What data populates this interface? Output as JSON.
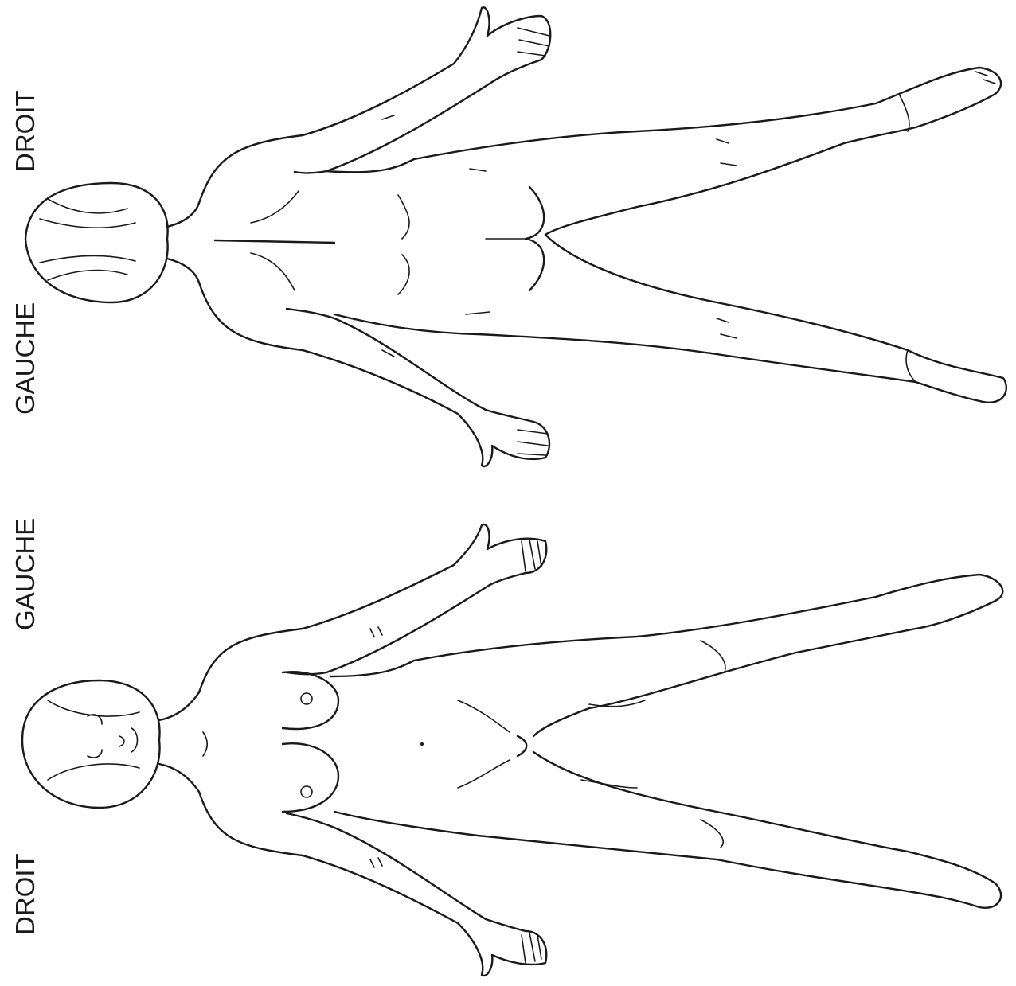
{
  "back_view": {
    "label_top": "DROIT",
    "label_bottom": "GAUCHE"
  },
  "front_view": {
    "label_top": "GAUCHE",
    "label_bottom": "DROIT"
  },
  "colors": {
    "line": "#1a1a1a",
    "background": "#ffffff"
  }
}
